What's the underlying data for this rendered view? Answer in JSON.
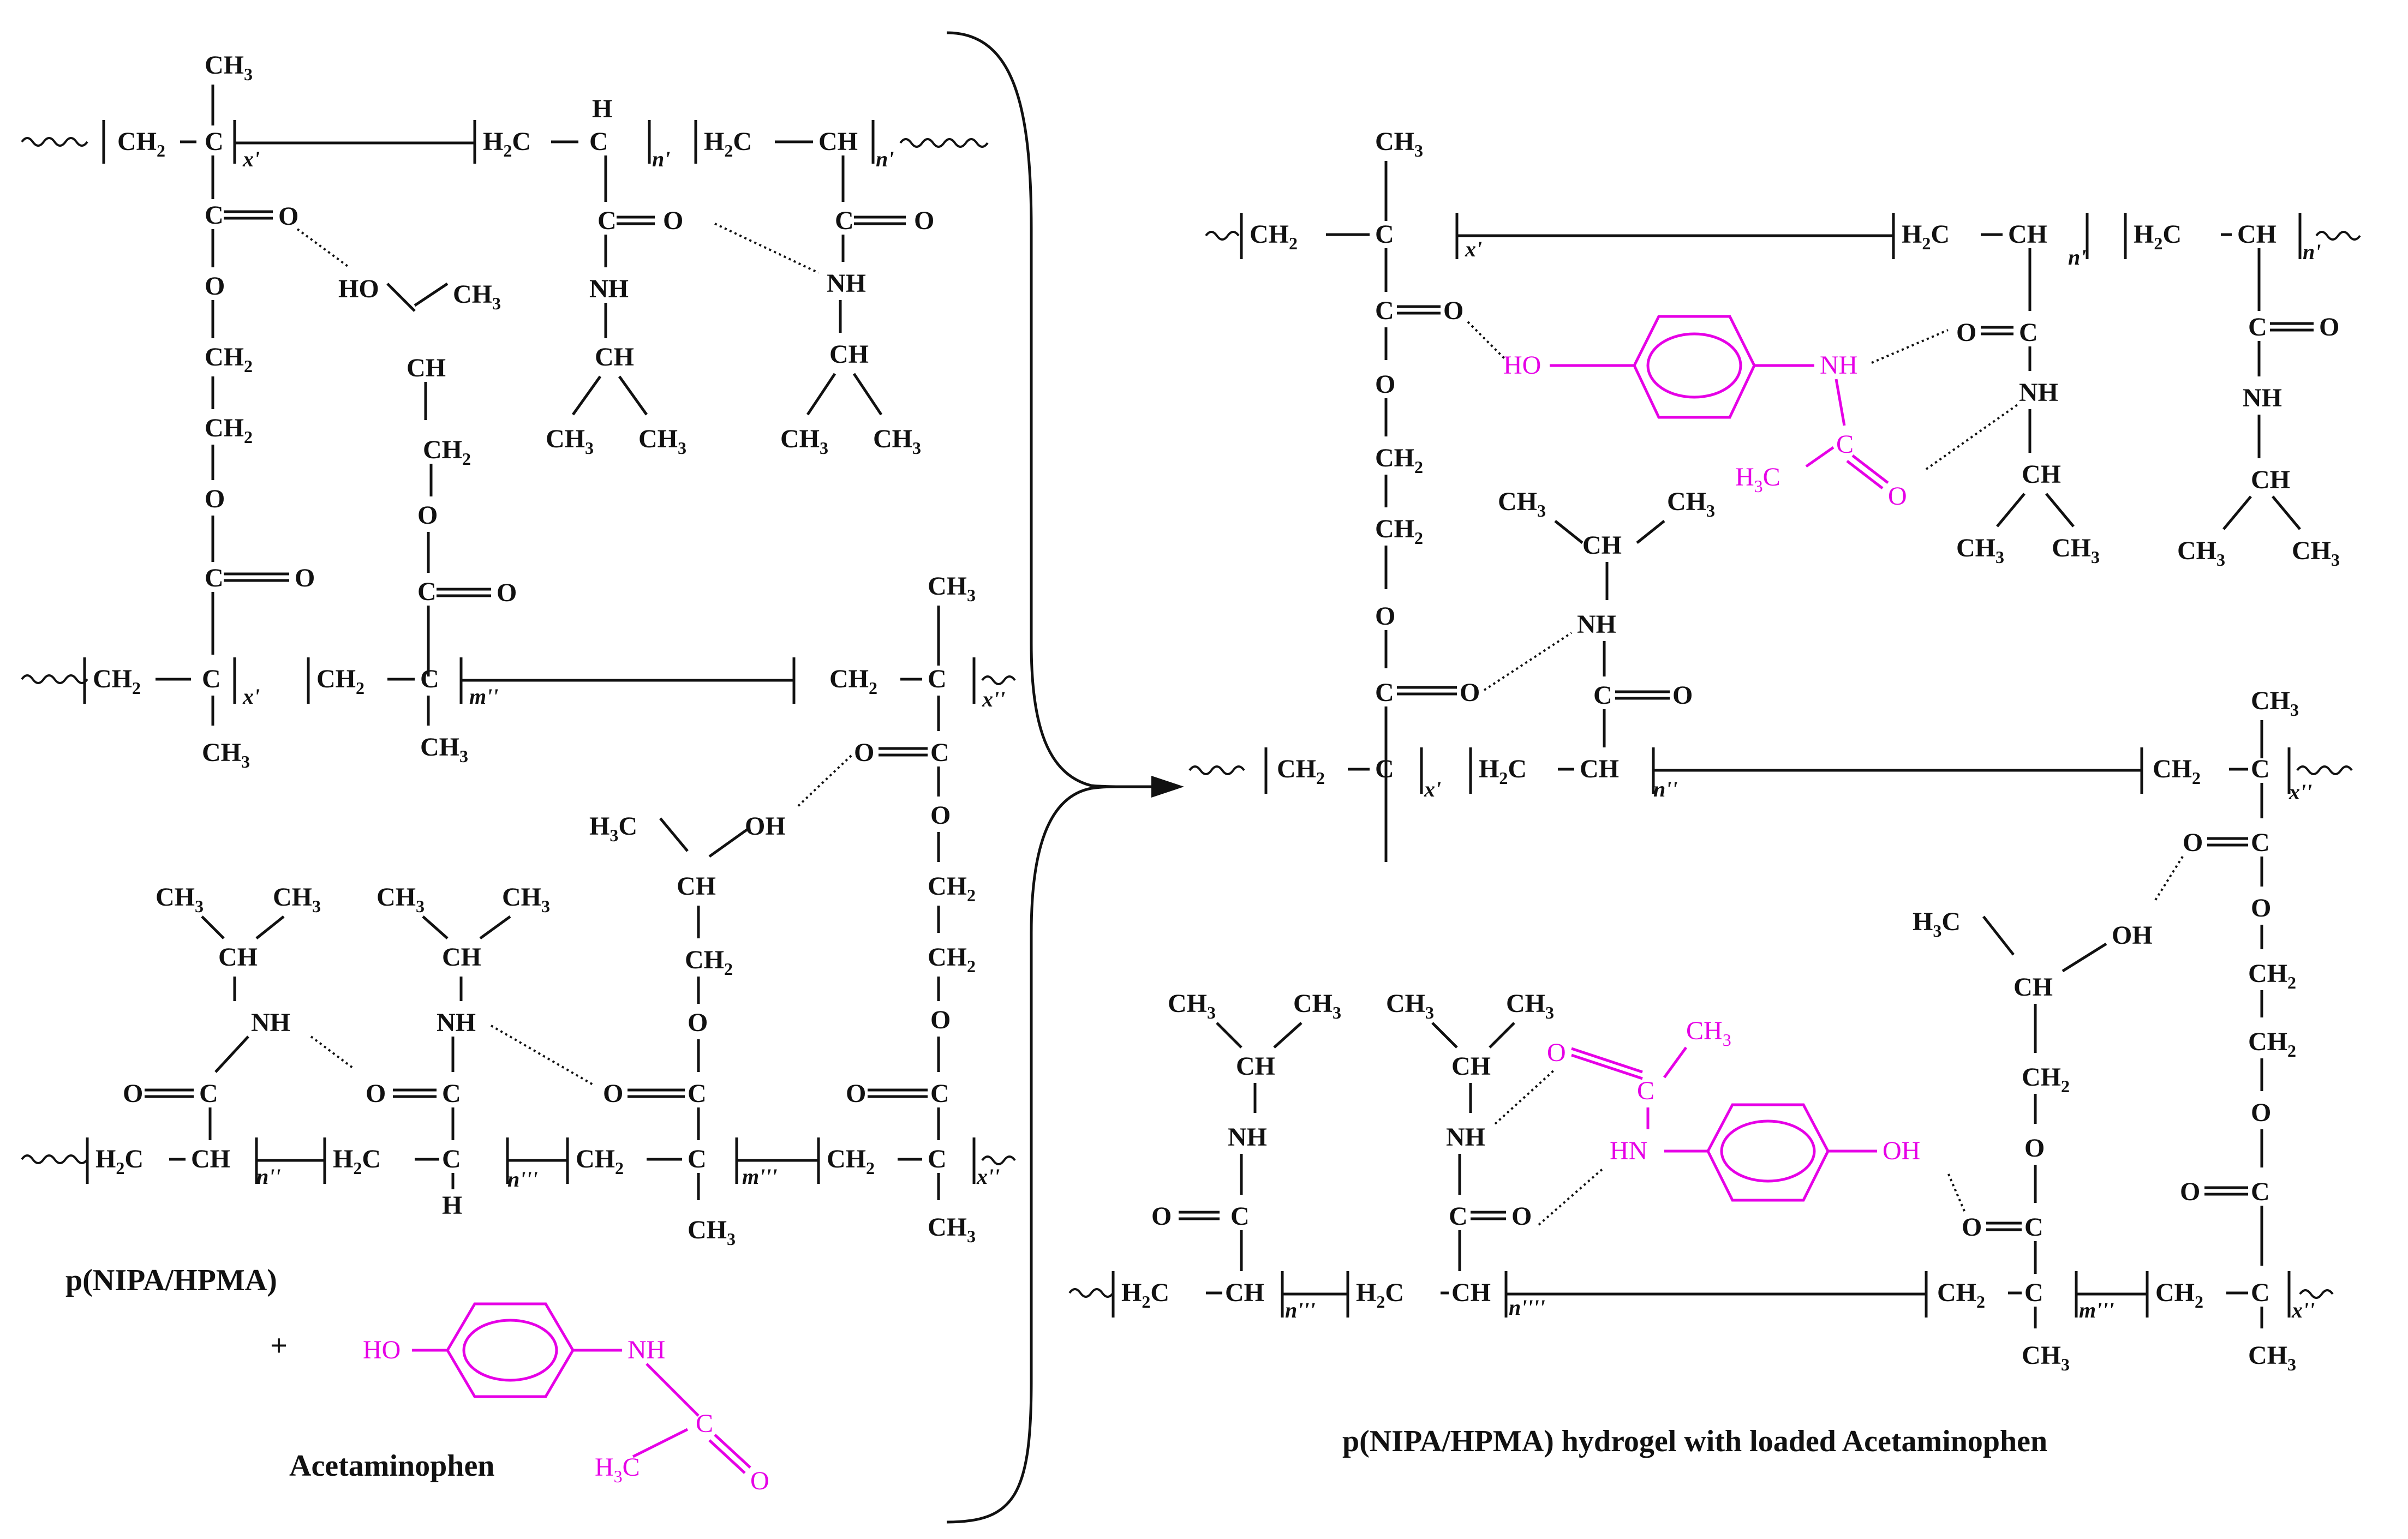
{
  "captions": {
    "left_polymer": "p(NIPA/HPMA)",
    "plus": "+",
    "drug": "Acetaminophen",
    "right_product": "p(NIPA/HPMA) hydrogel with loaded Acetaminophen"
  },
  "groups": {
    "ch3": "CH",
    "h3c": "H",
    "ch2": "CH",
    "h2c": "H",
    "ch": "CH",
    "c": "C",
    "o": "O",
    "nh": "NH",
    "hn": "HN",
    "ho": "HO",
    "oh": "OH",
    "h": "H",
    "sub2": "2",
    "sub3": "3"
  },
  "indices": {
    "x1": "x'",
    "x2": "x''",
    "n1": "n'",
    "n2": "n''",
    "n3": "n'''",
    "n4": "n''''",
    "m2": "m''",
    "m3": "m'''"
  },
  "colors": {
    "structure": "#111111",
    "drug": "#e600e6"
  }
}
